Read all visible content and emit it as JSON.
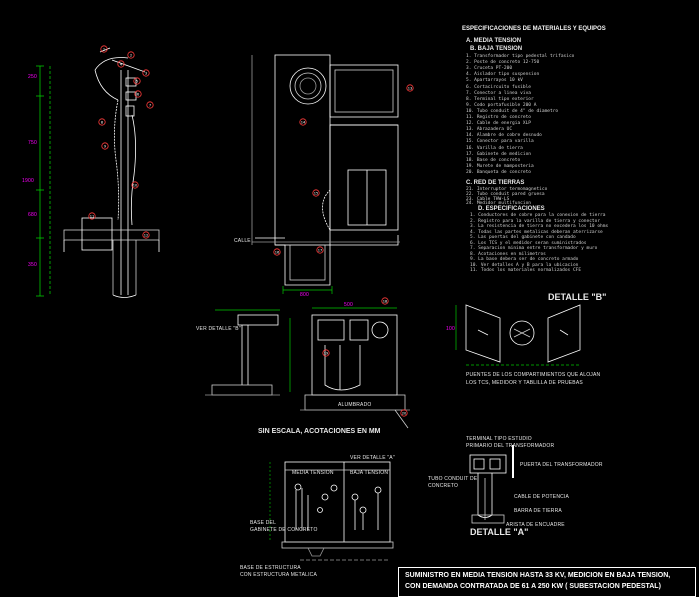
{
  "labels": {
    "specs_title": "ESPECIFICACIONES DE MATERIALES Y EQUIPOS",
    "detail_b": "DETALLE \"B\"",
    "detail_a": "DETALLE \"A\"",
    "scale_note": "SIN ESCALA, ACOTACIONES EN MM",
    "ver_detalle_b": "VER DETALLE \"B\"",
    "ver_detalle_a": "VER DETALLE \"A\"",
    "calle": "CALLE",
    "alumbrado": "ALUMBRADO",
    "media_tension": "MEDIA TENSION",
    "baja_tension": "BAJA TENSION",
    "puentes_note_1": "PUENTES DE LOS COMPARTIMIENTOS QUE ALOJAN",
    "puentes_note_2": "LOS TCS, MEDIDOR Y TABLILLA DE PRUEBAS",
    "terminal_note_1": "TERMINAL TIPO ESTUDIO",
    "terminal_note_2": "PRIMARIO DEL TRANSFORMADOR",
    "terminal_note_3": "PUERTA DEL TRANSFORMADOR",
    "tubo_note_1": "TUBO CONDUIT DE",
    "tubo_note_2": "CONCRETO",
    "base_note_1": "BASE DEL",
    "base_note_2": "GABINETE DE CONCRETO",
    "barra_note": "BARRA DE TIERRA",
    "cable_note": "CABLE DE POTENCIA",
    "arista_note": "ARISTA DE ENCUADRE",
    "gabinete_note_1": "BASE DE ESTRUCTURA",
    "gabinete_note_2": "CON ESTRUCTURA METALICA",
    "dimensions": {
      "d_top": "250",
      "d_mid1": "750",
      "d_mid2": "1900",
      "d_mid3": "680",
      "d_bot": "350",
      "d_base": "800",
      "d_detail": "100",
      "d_sect": "500"
    },
    "title_line1": "SUMINISTRO EN MEDIA TENSION HASTA 33 KV, MEDICION EN BAJA TENSION,",
    "title_line2": "CON DEMANDA CONTRATADA DE 61 A 250 KW ( SUBESTACION PEDESTAL)"
  },
  "specs": {
    "section_a": "A. MEDIA TENSION",
    "section_b": "B. BAJA TENSION",
    "section_c": "C. RED DE TIERRAS",
    "section_d": "D. ESPECIFICACIONES",
    "lines_a": [
      "1. Transformador tipo pedestal trifasico",
      "2. Poste de concreto 12-750",
      "3. Cruceta PT-200",
      "4. Aislador tipo suspension",
      "5. Apartarrayos 10 kV",
      "6. Cortacircuito fusible",
      "7. Conector a linea viva",
      "8. Terminal tipo exterior",
      "9. Codo portafusible 200 A",
      "10. Tubo conduit de 4\" de diametro",
      "11. Registro de concreto",
      "12. Cable de energia XLP",
      "13. Abrazadera UC",
      "14. Alambre de cobre desnudo",
      "15. Conector para varilla",
      "16. Varilla de tierra",
      "17. Gabinete de medicion",
      "18. Base de concreto",
      "19. Murete de mamposteria",
      "20. Banqueta de concreto"
    ],
    "lines_b": [
      "21. Interruptor termomagnetico",
      "22. Tubo conduit pared gruesa",
      "23. Cable THW-LS",
      "24. Medidor multifuncion"
    ],
    "lines_c": [
      "1. Conductores de cobre para la conexion de tierra",
      "2. Registro para la varilla de tierra y conector",
      "3. La resistencia de tierra no excedera los 10 ohms",
      "4. Todas las partes metalicas deberan aterrizarse",
      "5. Las puertas del gabinete con candado",
      "6. Los TCS y el medidor seran suministrados",
      "7. Separacion minima entre transformador y muro",
      "8. Acotaciones en milimetros",
      "9. La base debera ser de concreto armado",
      "10. Ver detalles A y B para la ubicacion",
      "11. Todos los materiales normalizados CFE"
    ]
  },
  "callouts": [
    "1",
    "2",
    "3",
    "4",
    "5",
    "6",
    "7",
    "8",
    "9",
    "10",
    "11",
    "12",
    "13",
    "14",
    "15",
    "16",
    "17",
    "18",
    "19",
    "20"
  ],
  "colors": {
    "background": "#000000",
    "line": "#ffffff",
    "dimension": "#00c800",
    "dim_text": "#ff00ff",
    "callout": "#ff3b3b",
    "grey": "#9a9a9a"
  }
}
